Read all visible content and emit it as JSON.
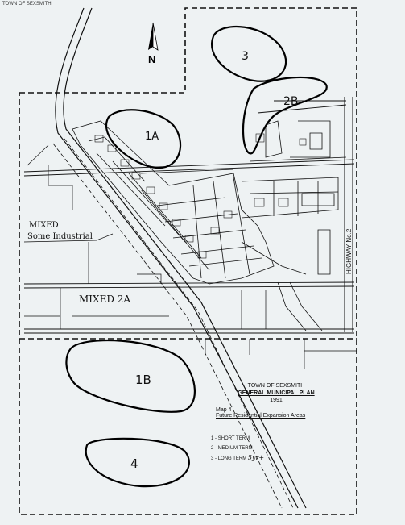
{
  "header_corner": "TOWN OF SEXSMITH",
  "title_block": {
    "line1": "TOWN OF SEXSMITH",
    "line2": "GENERAL MUNICIPAL PLAN",
    "line3": "1991",
    "map_number": "Map 4",
    "subtitle": "Future Residential Expansion Areas"
  },
  "legend": [
    {
      "code": "1",
      "label": "SHORT TERM"
    },
    {
      "code": "2",
      "label": "MEDIUM TERM"
    },
    {
      "code": "3",
      "label": "LONG TERM",
      "note": "5yr+"
    }
  ],
  "areas": [
    {
      "id": "3",
      "label": "3"
    },
    {
      "id": "2b",
      "label": "2B"
    },
    {
      "id": "1a",
      "label": "1A"
    },
    {
      "id": "1b",
      "label": "1B"
    },
    {
      "id": "4",
      "label": "4"
    }
  ],
  "zones": {
    "mixed_industrial_line1": "MIXED",
    "mixed_industrial_line2": "Some Industrial",
    "mixed_2a": "MIXED   2A"
  },
  "highway_label": "HIGHWAY No.2",
  "north_symbol": "N"
}
